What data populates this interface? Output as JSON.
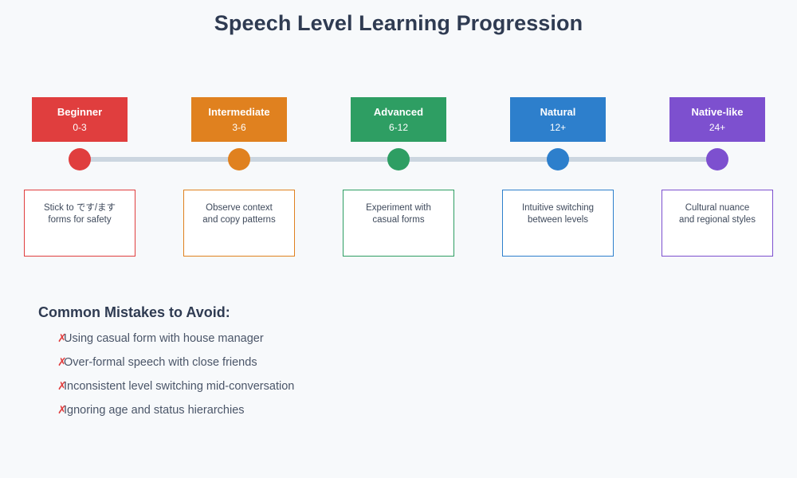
{
  "page": {
    "title": "Speech Level Learning Progression",
    "background_color": "#f7f9fb",
    "title_color": "#2f3b52",
    "timeline_line_color": "#ccd6e0"
  },
  "stages": [
    {
      "name": "Beginner",
      "months": "0-3",
      "description_line1": "Stick to です/ます",
      "description_line2": "forms for safety",
      "color": "#e03e3e"
    },
    {
      "name": "Intermediate",
      "months": "3-6",
      "description_line1": "Observe context",
      "description_line2": "and copy patterns",
      "color": "#e0811f"
    },
    {
      "name": "Advanced",
      "months": "6-12",
      "description_line1": "Experiment with",
      "description_line2": "casual forms",
      "color": "#2e9e63"
    },
    {
      "name": "Natural",
      "months": "12+",
      "description_line1": "Intuitive switching",
      "description_line2": "between levels",
      "color": "#2d7fcc"
    },
    {
      "name": "Native-like",
      "months": "24+",
      "description_line1": "Cultural nuance",
      "description_line2": "and regional styles",
      "color": "#7d50cf"
    }
  ],
  "mistakes": {
    "title": "Common Mistakes to Avoid:",
    "mark": "✗",
    "mark_color": "#e03e3e",
    "items": [
      "Using casual form with house manager",
      "Over-formal speech with close friends",
      "Inconsistent level switching mid-conversation",
      "Ignoring age and status hierarchies"
    ]
  }
}
